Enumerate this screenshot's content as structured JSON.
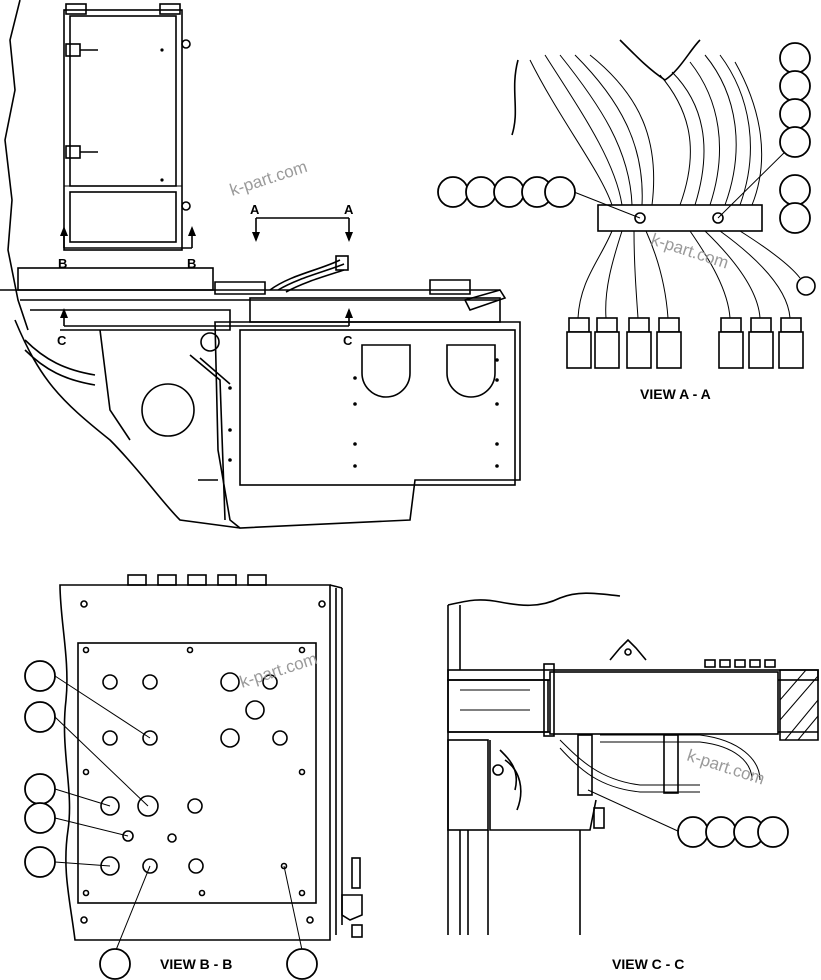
{
  "watermark": "k-part.com",
  "section_marks": {
    "a_left": "A",
    "a_right": "A",
    "b_left": "B",
    "b_right": "B",
    "c_left": "C",
    "c_right": "C"
  },
  "views": {
    "a": "VIEW A - A",
    "b": "VIEW B - B",
    "c": "VIEW C - C"
  }
}
